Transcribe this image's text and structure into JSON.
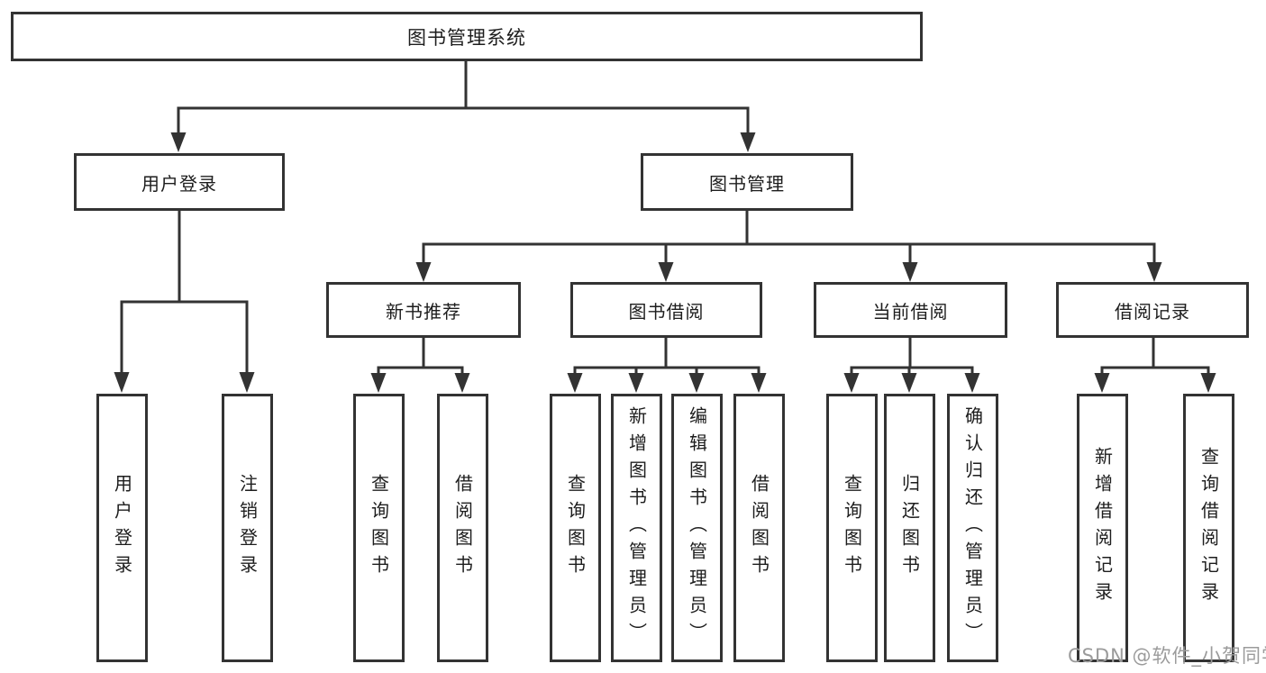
{
  "diagram": {
    "title_note": "functional structure tree",
    "root": {
      "label": "图书管理系统"
    },
    "level2": [
      {
        "label": "用户登录"
      },
      {
        "label": "图书管理"
      }
    ],
    "level3": [
      {
        "label": "新书推荐"
      },
      {
        "label": "图书借阅"
      },
      {
        "label": "当前借阅"
      },
      {
        "label": "借阅记录"
      }
    ],
    "leaves": [
      {
        "label": "用户登录"
      },
      {
        "label": "注销登录"
      },
      {
        "label": "查询图书"
      },
      {
        "label": "借阅图书"
      },
      {
        "label": "查询图书"
      },
      {
        "label": "新增图书（管理员）"
      },
      {
        "label": "编辑图书（管理员）"
      },
      {
        "label": "借阅图书"
      },
      {
        "label": "查询图书"
      },
      {
        "label": "归还图书"
      },
      {
        "label": "确认归还（管理员）"
      },
      {
        "label": "新增借阅记录"
      },
      {
        "label": "查询借阅记录"
      }
    ]
  },
  "watermark": {
    "text": "CSDN @软件_小贺同学"
  },
  "colors": {
    "line": "#333333",
    "box_border": "#333333",
    "text": "#1d1d1d",
    "watermark": "#9b9b9b",
    "background": "#ffffff"
  }
}
